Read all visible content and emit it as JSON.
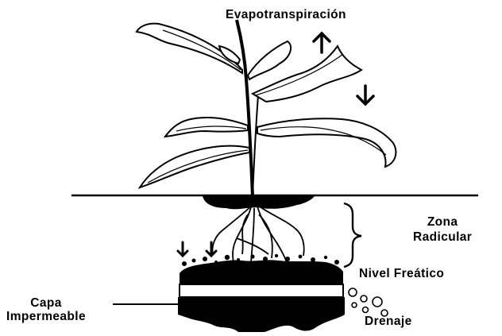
{
  "labels": {
    "evapotranspiration": "Evapotranspiración",
    "root_zone_line1": "Zona",
    "root_zone_line2": "Radicular",
    "water_table": "Nivel Freático",
    "impermeable_line1": "Capa",
    "impermeable_line2": "Impermeable",
    "drainage": "Drenaje"
  }
}
